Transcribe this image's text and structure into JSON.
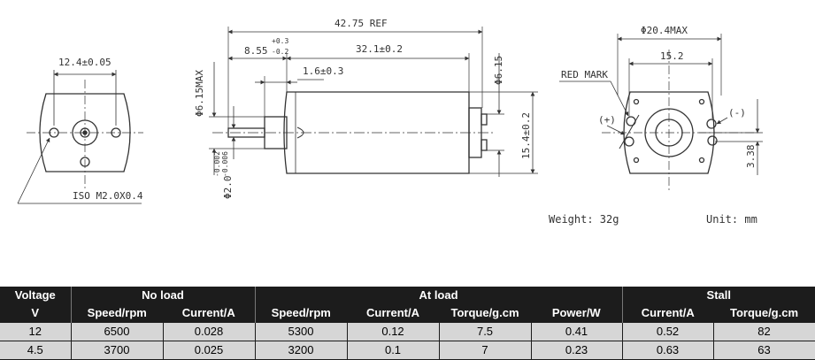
{
  "drawing": {
    "front": {
      "width_dim": "12.4±0.05",
      "thread": "ISO M2.0X0.4"
    },
    "side": {
      "total_len": "42.75 REF",
      "shaft_len": "8.55",
      "shaft_tol_plus": "+0.3",
      "shaft_tol_minus": "-0.2",
      "body_len": "32.1±0.2",
      "boss_len": "1.6±0.3",
      "boss_dia": "Φ6.15MAX",
      "shaft_dia": "Φ2.0",
      "shaft_dia_tol_a": "-0.002",
      "shaft_dia_tol_b": "-0.006",
      "rear_boss": "Φ6.15",
      "body_height": "15.4±0.2"
    },
    "rear": {
      "dia": "Φ20.4MAX",
      "spacing": "15.2",
      "red_mark": "RED MARK",
      "plus": "(+)",
      "minus": "(-)",
      "offset": "3.38"
    },
    "weight": "Weight: 32g",
    "unit": "Unit: mm"
  },
  "table": {
    "groups": {
      "voltage": "Voltage",
      "no_load": "No load",
      "at_load": "At load",
      "stall": "Stall"
    },
    "columns": {
      "v": "V",
      "nl_speed": "Speed/rpm",
      "nl_current": "Current/A",
      "al_speed": "Speed/rpm",
      "al_current": "Current/A",
      "al_torque": "Torque/g.cm",
      "al_power": "Power/W",
      "st_current": "Current/A",
      "st_torque": "Torque/g.cm"
    },
    "rows": [
      [
        "12",
        "6500",
        "0.028",
        "5300",
        "0.12",
        "7.5",
        "0.41",
        "0.52",
        "82"
      ],
      [
        "4.5",
        "3700",
        "0.025",
        "3200",
        "0.1",
        "7",
        "0.23",
        "0.63",
        "63"
      ]
    ]
  }
}
